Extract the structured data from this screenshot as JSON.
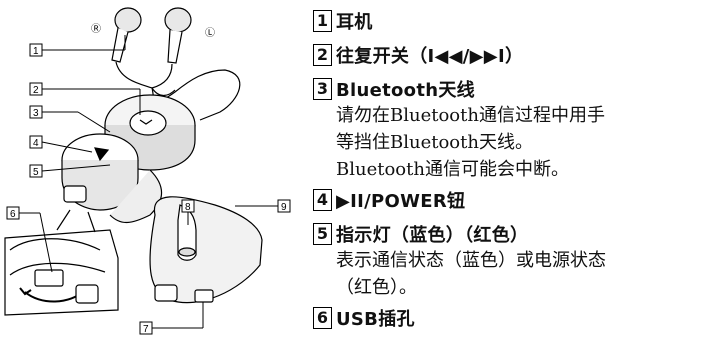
{
  "figure": {
    "callouts": [
      "1",
      "2",
      "3",
      "4",
      "5",
      "6",
      "7",
      "8",
      "9"
    ],
    "earbud_right_mark": "R",
    "earbud_left_mark": "L"
  },
  "items": [
    {
      "num": "1",
      "title": "耳机",
      "desc": []
    },
    {
      "num": "2",
      "title": "往复开关（I◀◀/▶▶I）",
      "desc": []
    },
    {
      "num": "3",
      "title": "Bluetooth天线",
      "desc": [
        "请勿在Bluetooth通信过程中用手",
        "等挡住Bluetooth天线。",
        "Bluetooth通信可能会中断。"
      ]
    },
    {
      "num": "4",
      "title": "▶II/POWER钮",
      "desc": []
    },
    {
      "num": "5",
      "title": "指示灯（蓝色）（红色）",
      "desc": [
        "表示通信状态（蓝色）或电源状态",
        "（红色）。"
      ]
    },
    {
      "num": "6",
      "title": "USB插孔",
      "desc": []
    }
  ]
}
